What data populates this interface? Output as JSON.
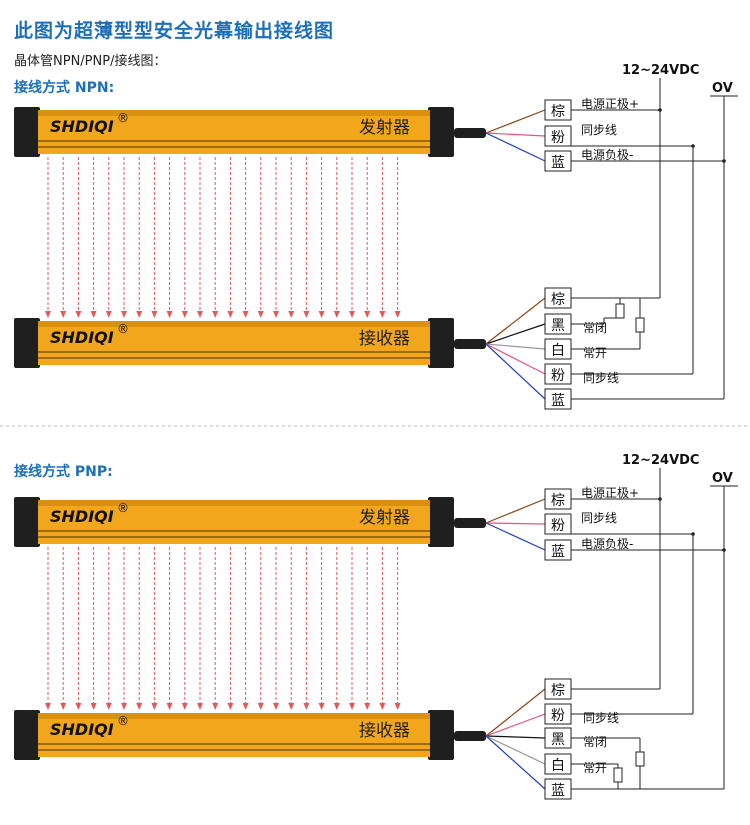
{
  "title": "此图为超薄型型安全光幕输出接线图",
  "subtitle": "晶体管NPN/PNP/接线图：",
  "brand": "SHDIQI",
  "brand_mark": "®",
  "npn": {
    "label": "接线方式 NPN:",
    "emitter": {
      "name": "发射器",
      "wires": [
        {
          "color_label": "棕",
          "desc": "电源正极+",
          "color": "#8b4513"
        },
        {
          "color_label": "粉",
          "desc": "同步线",
          "color": "#e75480"
        },
        {
          "color_label": "蓝",
          "desc": "电源负极-",
          "color": "#1f3fbf"
        }
      ]
    },
    "receiver": {
      "name": "接收器",
      "wires": [
        {
          "color_label": "棕",
          "desc": "",
          "color": "#8b4513"
        },
        {
          "color_label": "黑",
          "desc": "常闭",
          "color": "#111111"
        },
        {
          "color_label": "白",
          "desc": "常开",
          "color": "#999999"
        },
        {
          "color_label": "粉",
          "desc": "同步线",
          "color": "#e75480"
        },
        {
          "color_label": "蓝",
          "desc": "",
          "color": "#1f3fbf"
        }
      ]
    },
    "supply": "12~24VDC",
    "zero": "OV"
  },
  "pnp": {
    "label": "接线方式 PNP:",
    "emitter": {
      "name": "发射器",
      "wires": [
        {
          "color_label": "棕",
          "desc": "电源正极+",
          "color": "#8b4513"
        },
        {
          "color_label": "粉",
          "desc": "同步线",
          "color": "#e75480"
        },
        {
          "color_label": "蓝",
          "desc": "电源负极-",
          "color": "#1f3fbf"
        }
      ]
    },
    "receiver": {
      "name": "接收器",
      "wires": [
        {
          "color_label": "棕",
          "desc": "",
          "color": "#8b4513"
        },
        {
          "color_label": "粉",
          "desc": "同步线",
          "color": "#e75480"
        },
        {
          "color_label": "黑",
          "desc": "常闭",
          "color": "#111111"
        },
        {
          "color_label": "白",
          "desc": "常开",
          "color": "#999999"
        },
        {
          "color_label": "蓝",
          "desc": "",
          "color": "#1f3fbf"
        }
      ]
    },
    "supply": "12~24VDC",
    "zero": "OV"
  }
}
